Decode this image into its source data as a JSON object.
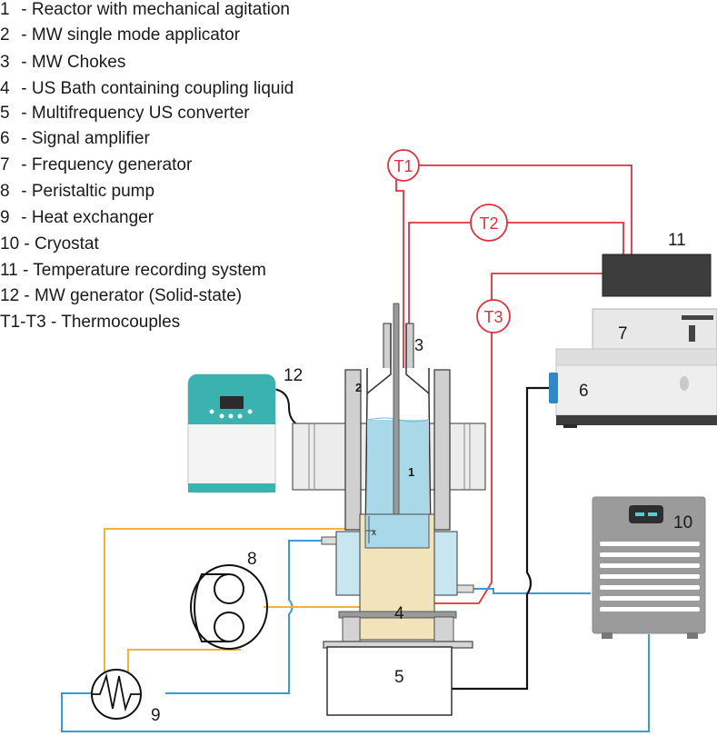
{
  "legend": [
    {
      "num": "1",
      "text": "- Reactor with mechanical agitation"
    },
    {
      "num": "2",
      "text": "- MW single mode applicator"
    },
    {
      "num": "3",
      "text": "- MW Chokes"
    },
    {
      "num": "4",
      "text": "- US Bath containing coupling liquid"
    },
    {
      "num": "5",
      "text": "- Multifrequency US converter"
    },
    {
      "num": "6",
      "text": "- Signal amplifier"
    },
    {
      "num": "7",
      "text": "- Frequency generator"
    },
    {
      "num": "8",
      "text": "- Peristaltic pump"
    },
    {
      "num": "9",
      "text": "- Heat exchanger"
    },
    {
      "num": "10",
      "text": "- Cryostat"
    },
    {
      "num": "11",
      "text": "- Temperature recording system"
    },
    {
      "num": "12",
      "text": "- MW generator (Solid-state)"
    },
    {
      "num": "T1-T3",
      "text": "- Thermocouples"
    }
  ],
  "labels": {
    "l1": "1",
    "l2": "2",
    "l3": "3",
    "l4": "4",
    "l5": "5",
    "l6": "6",
    "l7": "7",
    "l8": "8",
    "l9": "9",
    "l10": "10",
    "l11": "11",
    "l12": "12",
    "x": "x",
    "t1": "T1",
    "t2": "T2",
    "t3": "T3"
  },
  "colors": {
    "thermocouple": "#e0323c",
    "water_line": "#3a9bd5",
    "oil_line": "#f3b23c",
    "bath_fill": "#f1e4bb",
    "reactor_fill": "#a9d8e8",
    "device_gray": "#8e8e8e"
  }
}
